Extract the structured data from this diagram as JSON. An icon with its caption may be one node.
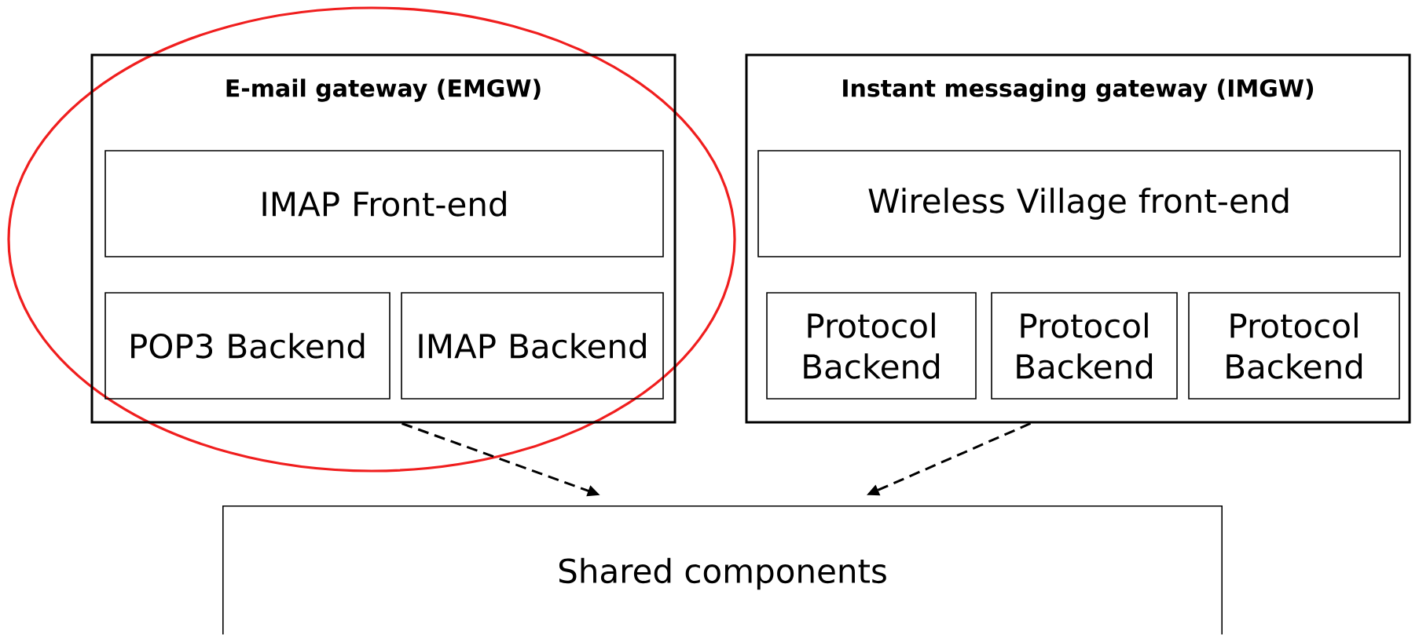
{
  "diagram": {
    "nodes": [
      {
        "text": [
          "E-mail gateway (EMGW)"
        ]
      },
      {
        "text": [
          "IMAP Front-end"
        ],
        "in": 0
      },
      {
        "text": [
          "POP3 Backend"
        ],
        "in": 0
      },
      {
        "text": [
          "IMAP Backend"
        ],
        "in": 0
      },
      {
        "text": [
          "Instant messaging gateway (IMGW)"
        ]
      },
      {
        "text": [
          "Wireless Village front-end"
        ],
        "in": 4
      },
      {
        "text": [
          "Protocol Backend"
        ],
        "in": 4
      },
      {
        "text": [
          "Protocol Backend"
        ],
        "in": 4
      },
      {
        "text": [
          "Protocol Backend"
        ],
        "in": 4
      },
      {
        "text": [
          "Shared components"
        ]
      }
    ],
    "edges": [
      {
        "from": 0,
        "to": 9,
        "arrow": "to",
        "style": "dashed"
      },
      {
        "from": 4,
        "to": 9,
        "arrow": "to",
        "style": "dashed"
      }
    ]
  }
}
